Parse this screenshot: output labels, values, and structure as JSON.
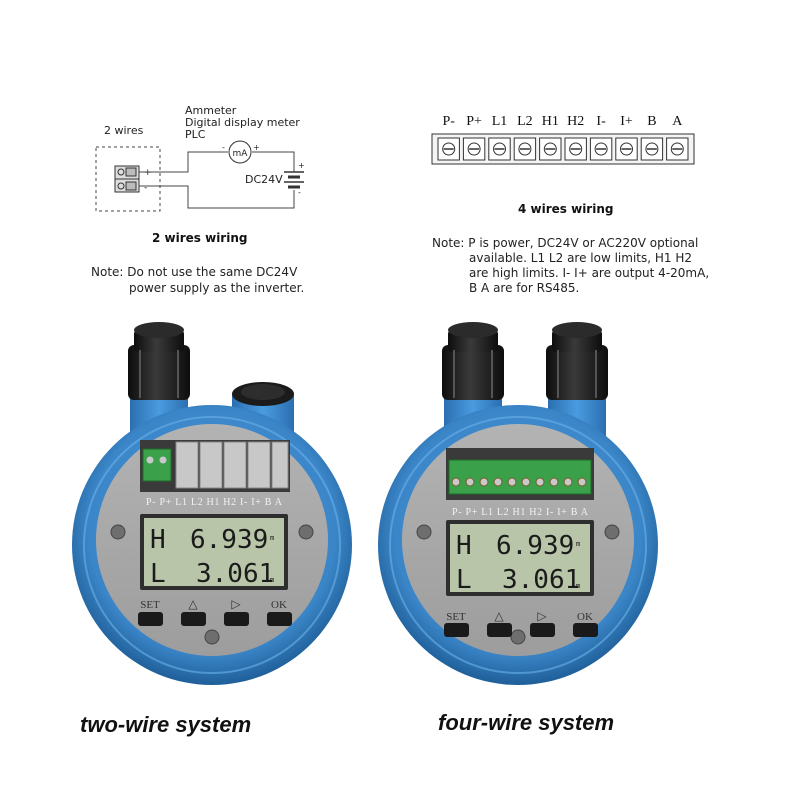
{
  "two_wire_diagram": {
    "label": "2 wires",
    "device_lines": [
      "Ammeter",
      "Digital display meter",
      "PLC"
    ],
    "meter_symbol": "mA",
    "supply_label": "DC24V",
    "plus": "+",
    "minus": "-",
    "caption": "2 wires wiring",
    "note_line1": "Note: Do not use the same DC24V",
    "note_line2": "power supply as the inverter."
  },
  "four_wire_diagram": {
    "terminals": [
      "P-",
      "P+",
      "L1",
      "L2",
      "H1",
      "H2",
      "I-",
      "I+",
      "B",
      "A"
    ],
    "caption": "4 wires wiring",
    "note_lines": [
      "Note: P is power, DC24V or AC220V optional",
      "available. L1 L2 are low limits, H1 H2",
      "are high limits. I- I+ are output 4-20mA,",
      "B A are for RS485."
    ]
  },
  "devices": [
    {
      "caption": "two-wire system",
      "terminal_strip": "P- P+ L1 L2 H1 H2 I- I+ B A",
      "display": {
        "h_label": "H",
        "h_value": "6.939",
        "l_label": "L",
        "l_value": "3.061",
        "unit": "m"
      },
      "buttons": [
        "SET",
        "△",
        "▷",
        "OK"
      ]
    },
    {
      "caption": "four-wire system",
      "terminal_strip": "P- P+ L1 L2 H1 H2 I- I+ B A",
      "display": {
        "h_label": "H",
        "h_value": "6.939",
        "l_label": "L",
        "l_value": "3.061",
        "unit": "m"
      },
      "buttons": [
        "SET",
        "△",
        "▷",
        "OK"
      ]
    }
  ],
  "colors": {
    "housing_blue": "#3b86c8",
    "housing_dark": "#1f5f99",
    "panel_grey": "#a9a9a9",
    "lcd_green": "#b8c5a8",
    "terminal_green": "#3aa14a",
    "gland_black": "#1a1a1a"
  }
}
